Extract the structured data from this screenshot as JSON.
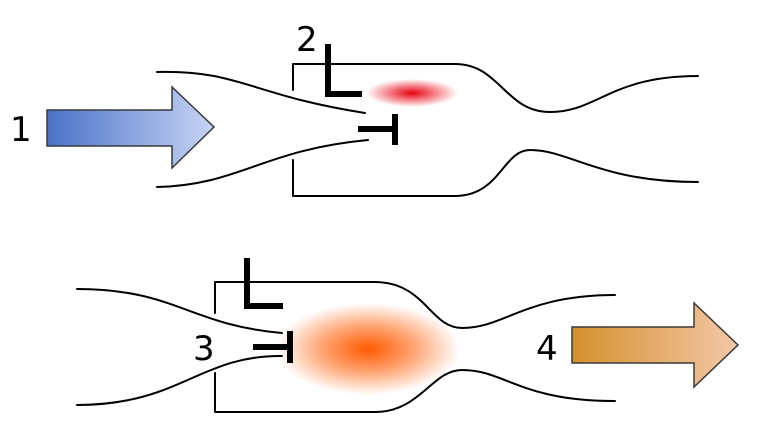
{
  "labels": {
    "inlet": "1",
    "igniter_top": "2",
    "injector_bottom": "3",
    "exhaust": "4"
  },
  "colors": {
    "inlet_arrow_start": "#4a72c8",
    "inlet_arrow_end": "#c8d4f4",
    "exhaust_arrow_start": "#d4902e",
    "exhaust_arrow_end": "#f4c8a8",
    "spark_flame_core": "#e8000e",
    "combustion_flame_core": "#ff5a00",
    "line": "#000000"
  },
  "icons": {
    "inlet_arrow": "right-arrow-icon",
    "exhaust_arrow": "right-arrow-icon",
    "spark_plug": "spark-plug-icon",
    "fuel_injector": "fuel-injector-icon"
  }
}
